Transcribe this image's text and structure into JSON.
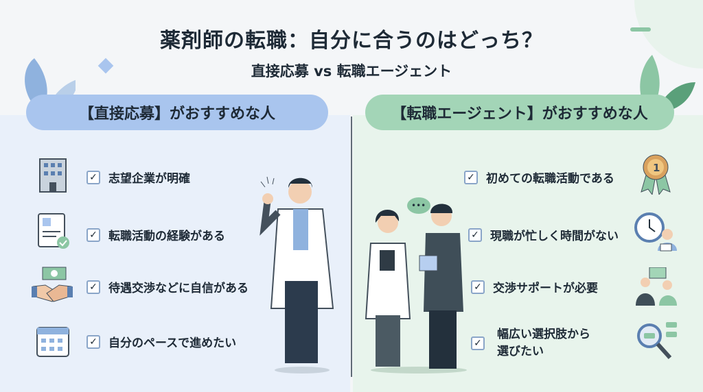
{
  "title": "薬剤師の転職：自分に合うのはどっち？",
  "subtitle": "直接応募 vs 転職エージェント",
  "left": {
    "heading": "【直接応募】がおすすめな人",
    "items": [
      {
        "label": "志望企業が明確",
        "icon": "building-icon"
      },
      {
        "label": "転職活動の経験がある",
        "icon": "resume-icon"
      },
      {
        "label": "待遇交渉などに自信がある",
        "icon": "handshake-icon"
      },
      {
        "label": "自分のペースで進めたい",
        "icon": "calendar-icon"
      }
    ]
  },
  "right": {
    "heading": "【転職エージェント】がおすすめな人",
    "items": [
      {
        "label": "初めての転職活動である",
        "icon": "medal-icon"
      },
      {
        "label": "現職が忙しく時間がない",
        "icon": "clock-icon"
      },
      {
        "label": "交渉サポートが必要",
        "icon": "consultation-icon"
      },
      {
        "label": "幅広い選択肢から",
        "label2": "選びたい",
        "icon": "search-icon"
      }
    ]
  },
  "medal_number": "1",
  "colors": {
    "left_bg": "#e9f0fa",
    "right_bg": "#e8f4ec",
    "left_accent": "#a9c5ee",
    "right_accent": "#a3d5b7"
  }
}
